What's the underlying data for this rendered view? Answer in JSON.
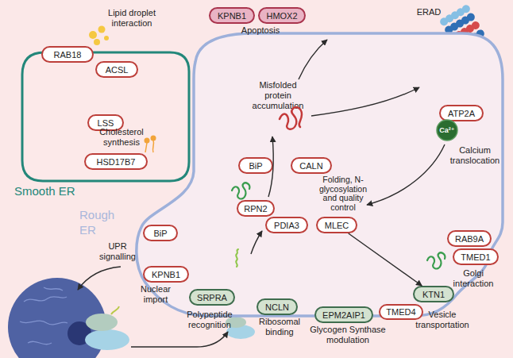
{
  "diagram": {
    "nodes": [
      {
        "text": [
          "Smooth ER"
        ]
      },
      {
        "text": [
          "RAB18"
        ],
        "in": 0
      },
      {
        "text": [
          "ACSL"
        ],
        "in": 0
      },
      {
        "text": [
          "LSS"
        ],
        "in": 0
      },
      {
        "text": [
          "HSD17B7"
        ],
        "in": 0
      },
      {
        "text": [
          "KPNB1"
        ]
      },
      {
        "text": [
          "HMOX2"
        ]
      },
      {
        "text": [
          "Rough ER"
        ]
      },
      {
        "text": [
          "BiP"
        ],
        "in": 7
      },
      {
        "text": [
          "CALN"
        ],
        "in": 7
      },
      {
        "text": [
          "ATP2A"
        ],
        "in": 7
      },
      {
        "text": [
          "Ca²⁺"
        ],
        "in": 7
      },
      {
        "text": [
          "RPN2"
        ],
        "in": 7
      },
      {
        "text": [
          "PDIA3"
        ],
        "in": 7
      },
      {
        "text": [
          "MLEC"
        ],
        "in": 7
      },
      {
        "text": [
          "BiP"
        ],
        "in": 7
      },
      {
        "text": [
          "RAB9A"
        ],
        "in": 7
      },
      {
        "text": [
          "TMED1"
        ],
        "in": 7
      },
      {
        "text": [
          "KPNB1"
        ],
        "in": 7
      },
      {
        "text": [
          "KTN1"
        ],
        "in": 7
      },
      {
        "text": [
          "SRPRA"
        ],
        "in": 7
      },
      {
        "text": [
          "NCLN"
        ],
        "in": 7
      },
      {
        "text": [
          "TMED4"
        ],
        "in": 7
      },
      {
        "text": [
          "EPM2AIP1"
        ],
        "in": 7
      }
    ],
    "edges": [
      {
        "from": 14,
        "to": 19,
        "arrow": "to"
      }
    ],
    "labels": [
      "Lipid droplet interaction",
      "Cholesterol synthesis",
      "Apoptosis",
      "ERAD",
      "Misfolded protein accumulation",
      "Calcium translocation",
      "Folding, N-glycosylation and quality control",
      "UPR signalling",
      "Golgi interaction",
      "Nuclear import",
      "Vesicle transportation",
      "Polypeptide recognition",
      "Ribosomal binding",
      "Glycogen Synthase modulation"
    ]
  }
}
